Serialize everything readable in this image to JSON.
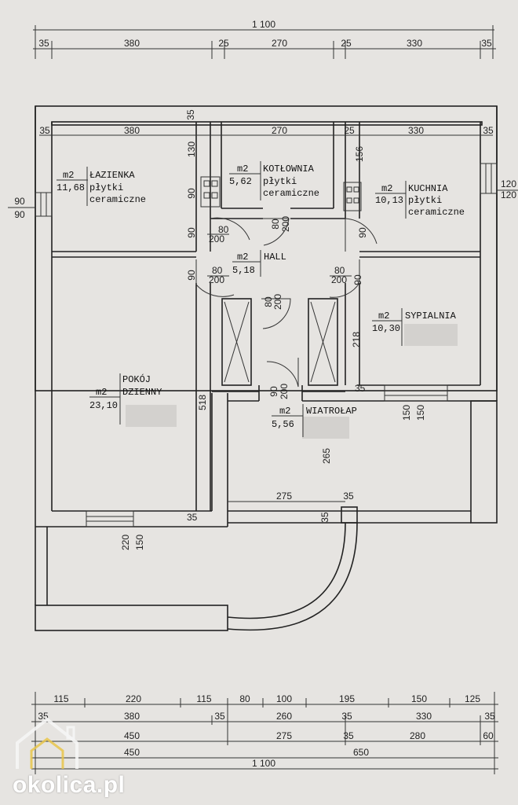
{
  "top_dims": {
    "overall": "1 100",
    "segments": [
      "35",
      "380",
      "25",
      "270",
      "25",
      "330",
      "35"
    ]
  },
  "inner_top_dims": [
    "35",
    "380",
    "35",
    "270",
    "25",
    "330",
    "35"
  ],
  "side_dims": {
    "left_window_top": "90",
    "left_window_bottom": "90",
    "right_window_top": "120",
    "right_window_bottom": "120"
  },
  "rooms": {
    "lazienka": {
      "m2": "m2",
      "name": "ŁAZIENKA",
      "area": "11,68",
      "finish1": "płytki",
      "finish2": "ceramiczne"
    },
    "kotlownia": {
      "m2": "m2",
      "name": "KOTŁOWNIA",
      "area": "5,62",
      "finish1": "płytki",
      "finish2": "ceramiczne"
    },
    "kuchnia": {
      "m2": "m2",
      "name": "KUCHNIA",
      "area": "10,13",
      "finish1": "płytki",
      "finish2": "ceramiczne"
    },
    "hall": {
      "m2": "m2",
      "name": "HALL",
      "area": "5,18"
    },
    "sypialnia": {
      "m2": "m2",
      "name": "SYPIALNIA",
      "area": "10,30"
    },
    "pokoj": {
      "m2": "m2",
      "name1": "POKÓJ",
      "name2": "DZIENNY",
      "area": "23,10"
    },
    "wiatrolap": {
      "m2": "m2",
      "name": "WIATROŁAP",
      "area": "5,56"
    }
  },
  "inner_dims": {
    "d130": "130",
    "d90a": "90",
    "d90b": "90",
    "d90c": "90",
    "d156": "156",
    "door_80_200_a": [
      "80",
      "200"
    ],
    "door_80_200_b": [
      "80",
      "200"
    ],
    "door_80_200_c": [
      "80",
      "200"
    ],
    "door_80_200_d": [
      "80",
      "200"
    ],
    "door_80_200_e": [
      "80",
      "200"
    ],
    "door_90_200": [
      "90",
      "200"
    ],
    "d90_right": "90",
    "d90_right2": "90",
    "d218": "218",
    "d518": "518",
    "d35_a": "35",
    "d35_b": "35",
    "d150_a": "150",
    "d150_b": "150",
    "d265": "265",
    "d275": "275",
    "d35_c": "35",
    "d35_d": "35",
    "d220": "220",
    "d150_c": "150"
  },
  "bottom_dims": {
    "row1": [
      "115",
      "220",
      "115",
      "80",
      "100",
      "195",
      "150",
      "125"
    ],
    "row2": [
      "35",
      "380",
      "35",
      "260",
      "35",
      "330",
      "35"
    ],
    "row3": [
      "450",
      "275",
      "35",
      "280",
      "60"
    ],
    "row4": [
      "450",
      "650"
    ],
    "overall": "1 100"
  },
  "watermark": "okolica.pl"
}
